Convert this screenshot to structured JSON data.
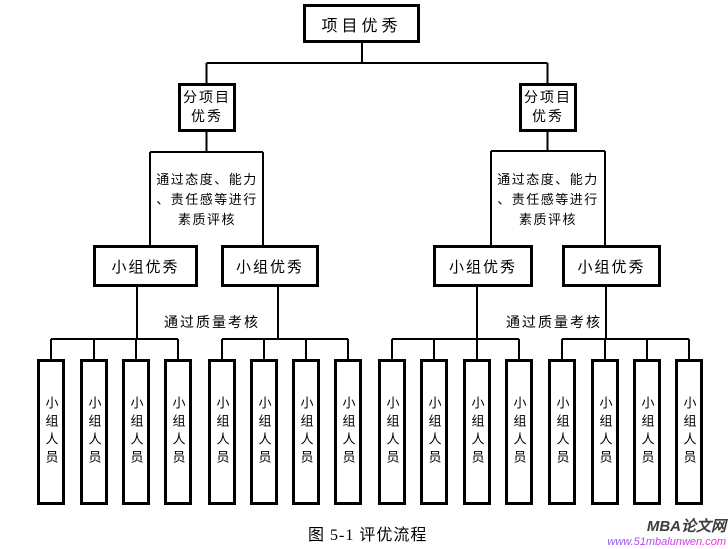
{
  "diagram": {
    "root": "项目优秀",
    "subproject": {
      "line1": "分项目",
      "line2": "优秀"
    },
    "quality_note": {
      "line1": "通过态度、能力",
      "line2": "、责任感等进行",
      "line3": "素质评核"
    },
    "group_label": "小组优秀",
    "quality_check_label": "通过质量考核",
    "member_label": "小组人员"
  },
  "caption": "图 5-1 评优流程",
  "watermark": {
    "site": "MBA论文网",
    "url": "www.51mbalunwen.com",
    "site_color": "#3d3d3d",
    "url_color_start": "#8a5cf6",
    "url_color_end": "#f425d4"
  },
  "colors": {
    "ink": "#000000",
    "background": "#ffffff"
  }
}
